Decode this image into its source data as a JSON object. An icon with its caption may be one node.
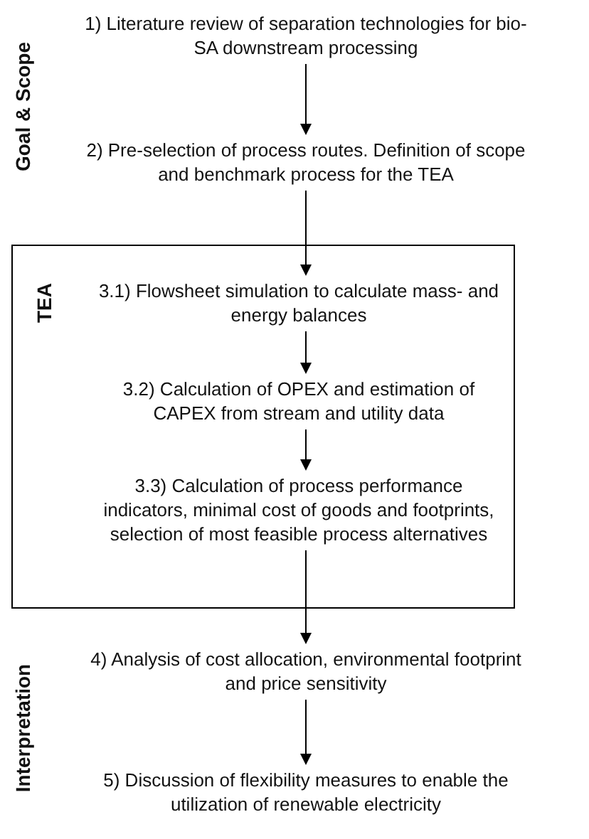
{
  "diagram": {
    "nodes": [
      {
        "text": [
          "1) Literature review of separation technologies for bio-SA downstream processing"
        ]
      },
      {
        "text": [
          "2) Pre-selection of process routes. Definition of scope and benchmark process for the TEA"
        ]
      },
      {
        "text": [
          "TEA"
        ]
      },
      {
        "text": [
          "3.1) Flowsheet simulation to calculate mass- and energy balances"
        ],
        "in": 2
      },
      {
        "text": [
          "3.2) Calculation of OPEX and estimation of CAPEX from stream and utility data"
        ],
        "in": 2
      },
      {
        "text": [
          "3.3) Calculation of process performance indicators, minimal cost of goods and footprints, selection of most feasible process alternatives"
        ],
        "in": 2
      },
      {
        "text": [
          "4) Analysis of cost allocation, environmental footprint and price sensitivity"
        ]
      },
      {
        "text": [
          "5) Discussion of flexibility measures to enable the utilization of renewable electricity"
        ]
      }
    ],
    "edges": [
      {
        "from": 0,
        "to": 1,
        "arrow": "to"
      },
      {
        "from": 1,
        "to": 3,
        "arrow": "to"
      },
      {
        "from": 3,
        "to": 4,
        "arrow": "to"
      },
      {
        "from": 4,
        "to": 5,
        "arrow": "to"
      },
      {
        "from": 5,
        "to": 6,
        "arrow": "to"
      },
      {
        "from": 6,
        "to": 7,
        "arrow": "to"
      }
    ],
    "labels": [
      "Goal & Scope",
      "Interpretation"
    ]
  }
}
